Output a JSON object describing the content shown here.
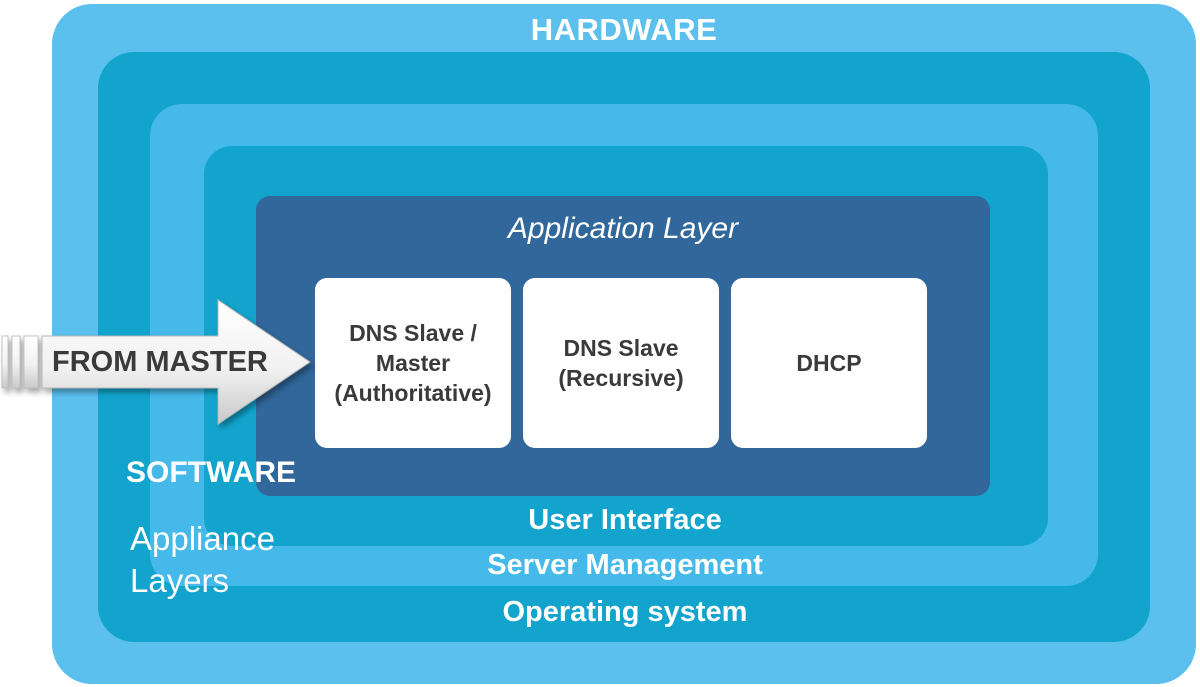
{
  "layers": {
    "hardware": "HARDWARE",
    "operating_system": "Operating system",
    "server_management": "Server Management",
    "user_interface": "User Interface",
    "application_layer": "Application Layer"
  },
  "side_labels": {
    "software": "SOFTWARE",
    "appliance_layers": "Appliance\nLayers"
  },
  "arrow": {
    "label": "FROM MASTER"
  },
  "boxes": [
    {
      "label": "DNS Slave /\nMaster\n(Authoritative)"
    },
    {
      "label": "DNS Slave\n(Recursive)"
    },
    {
      "label": "DHCP"
    }
  ],
  "colors": {
    "hardware": "#5bc0ee",
    "operating_system": "#12a4cc",
    "server_management": "#45b9ea",
    "user_interface": "#12a4cc",
    "application_layer": "#31679b",
    "box_text": "#3a3a3a"
  }
}
